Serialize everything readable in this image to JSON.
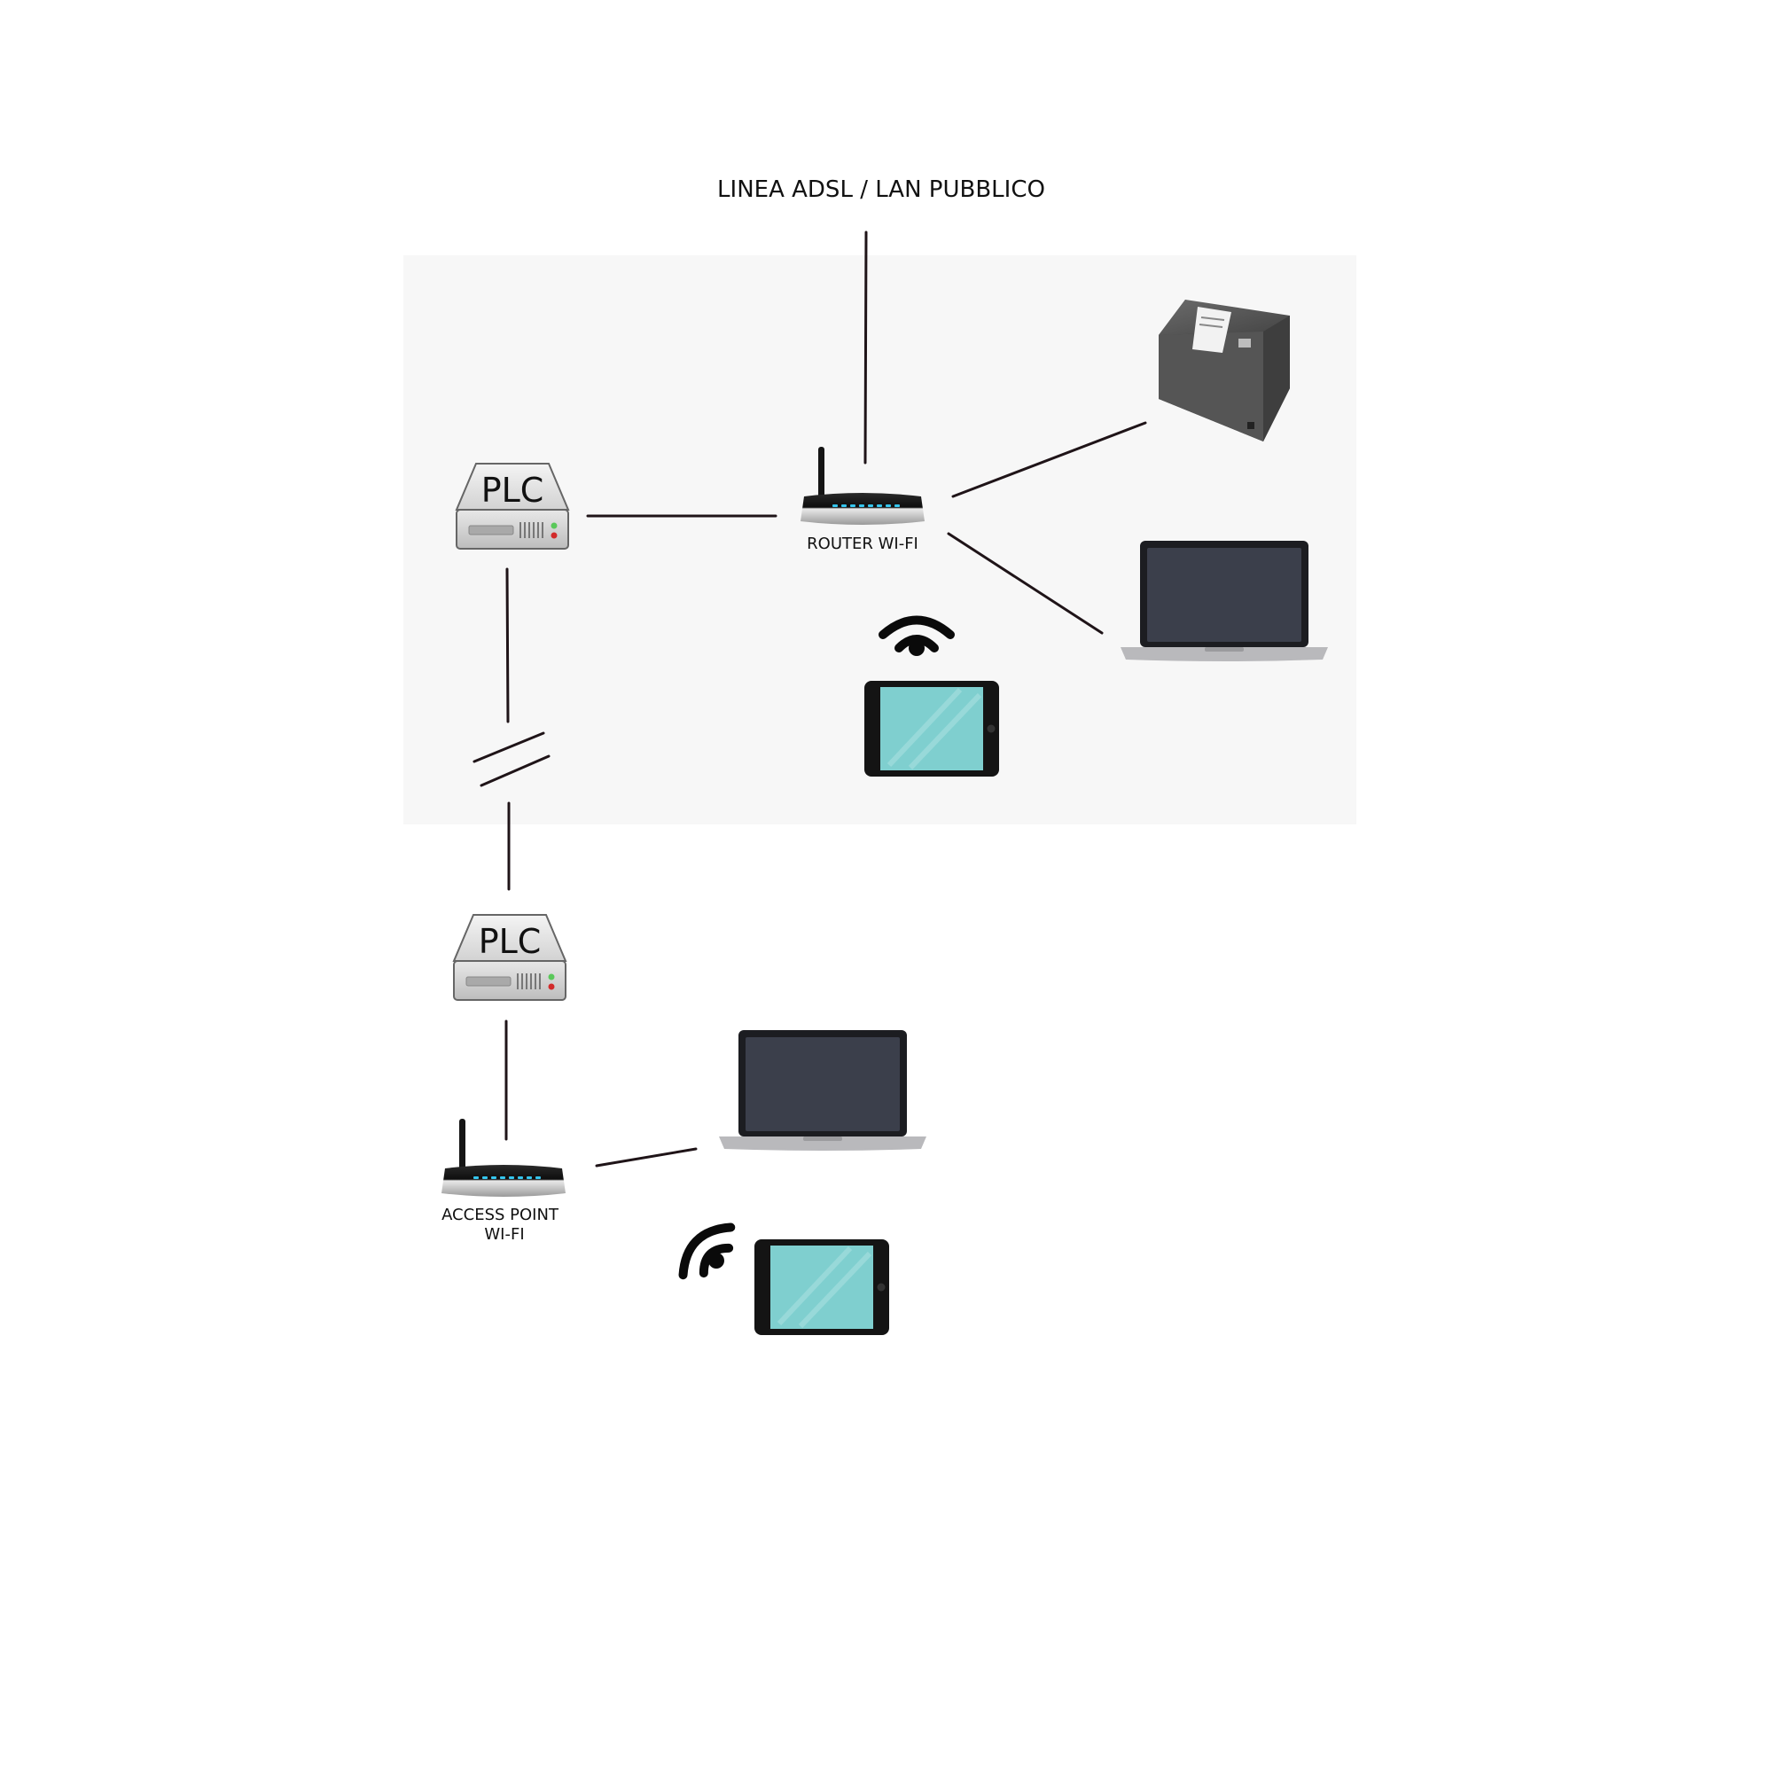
{
  "labels": {
    "uplink": "LINEA ADSL / LAN PUBBLICO",
    "router": "ROUTER WI-FI",
    "ap_line1": "ACCESS POINT",
    "ap_line2": "WI-FI",
    "plc": "PLC"
  },
  "colors": {
    "zone_background": "#f7f7f7",
    "connection_line": "#1f1418",
    "device_dark": "#3a3f4b",
    "laptop_base": "#b9b9bc",
    "tablet_screen": "#7fcfcf",
    "printer_body": "#4a4a4a",
    "router_led": "#35c6ee"
  },
  "icons": [
    "plc-icon",
    "router-icon",
    "printer-icon",
    "laptop-icon",
    "tablet-icon",
    "wifi-icon",
    "access-point-icon"
  ]
}
